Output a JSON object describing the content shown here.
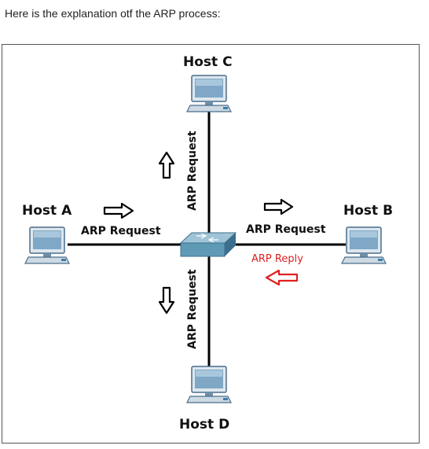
{
  "caption": "Here is the explanation otf the ARP process:",
  "hosts": {
    "a": "Host A",
    "b": "Host B",
    "c": "Host C",
    "d": "Host D"
  },
  "labels": {
    "request_left": "ARP Request",
    "request_right": "ARP Request",
    "request_up": "ARP Request",
    "request_down": "ARP Request",
    "reply": "ARP Reply"
  },
  "colors": {
    "link": "#000000",
    "reply": "#e02020",
    "switch": "#5f9ab5",
    "monitor": "#8fb2cc"
  },
  "icons": [
    "computer-icon",
    "switch-icon",
    "arrow-icon"
  ]
}
